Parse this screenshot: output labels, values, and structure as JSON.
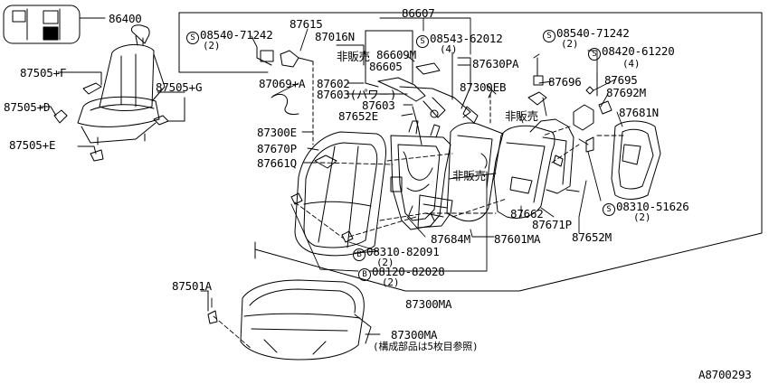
{
  "reference_code": "A8700293",
  "parts": {
    "p86400": "86400",
    "p87505F": "87505+F",
    "p87505G": "87505+G",
    "p87505D": "87505+D",
    "p87505E": "87505+E",
    "p87615": "87615",
    "p87016N": "87016N",
    "p86607": "86607",
    "p86609M": "86609M",
    "p86605": "86605",
    "p87630PA": "87630PA",
    "p87069A": "87069+A",
    "p87602": "87602",
    "p87603power": "87603(パワー)",
    "p87603": "87603",
    "p87652E": "87652E",
    "p87300E": "87300E",
    "p87670P": "87670P",
    "p87661Q": "87661Q",
    "p87300EB": "87300EB",
    "p87696": "87696",
    "p87695": "87695",
    "p87692M": "87692M",
    "p87681N": "87681N",
    "p87662": "87662",
    "p87671P": "87671P",
    "p87652M": "87652M",
    "p87684M": "87684M",
    "p87601MA": "87601MA",
    "p87300MA_upper": "87300MA",
    "p87501A": "87501A",
    "p87300MA_lower": "87300MA"
  },
  "fasteners": {
    "s1": {
      "symbol": "S",
      "code": "08540-71242",
      "qty": "(2)"
    },
    "s2": {
      "symbol": "S",
      "code": "08543-62012",
      "qty": "(4)"
    },
    "s3": {
      "symbol": "S",
      "code": "08540-71242",
      "qty": "(2)"
    },
    "s4": {
      "symbol": "S",
      "code": "08420-61220",
      "qty": "(4)"
    },
    "s5": {
      "symbol": "S",
      "code": "08310-51626",
      "qty": "(2)"
    },
    "b1": {
      "symbol": "B",
      "code": "08310-82091",
      "qty": "(2)"
    },
    "b2": {
      "symbol": "B",
      "code": "08120-82028",
      "qty": "(2)"
    }
  },
  "notes": {
    "not_for_sale_1": "非販売",
    "not_for_sale_2": "非販売",
    "not_for_sale_3": "非販売",
    "component_ref": "(構成部品は5枚目参照)"
  },
  "colors": {
    "ink": "#000000",
    "background": "#ffffff"
  }
}
